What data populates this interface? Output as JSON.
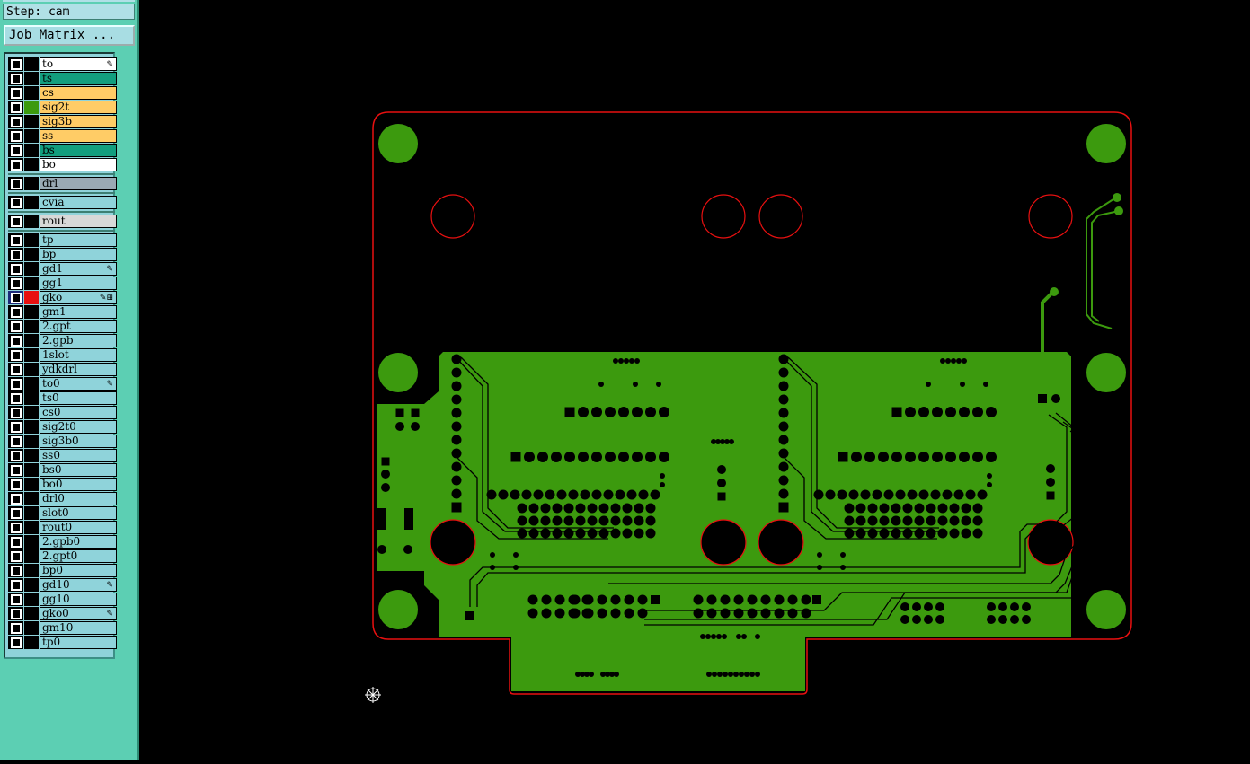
{
  "sidebar": {
    "step_label": "Step: cam",
    "job_matrix_label": "Job Matrix ...",
    "layers": [
      {
        "name": "to",
        "color": "#ffffff",
        "mark": "✎"
      },
      {
        "name": "ts",
        "color": "#129e7e",
        "mark": ""
      },
      {
        "name": "cs",
        "color": "#ffcc66",
        "mark": ""
      },
      {
        "name": "sig2t",
        "color": "#ffcc66",
        "mark": "",
        "swatch": "#3c9a0e"
      },
      {
        "name": "sig3b",
        "color": "#ffcc66",
        "mark": ""
      },
      {
        "name": "ss",
        "color": "#ffcc66",
        "mark": ""
      },
      {
        "name": "bs",
        "color": "#129e7e",
        "mark": ""
      },
      {
        "name": "bo",
        "color": "#ffffff",
        "mark": ""
      },
      {
        "name": "drl",
        "color": "#9aaab4",
        "mark": "",
        "sep": true
      },
      {
        "name": "cvia",
        "color": "#8fd3da",
        "mark": "",
        "sep": true
      },
      {
        "name": "rout",
        "color": "#d8d8d8",
        "mark": "",
        "sep": true
      },
      {
        "name": "tp",
        "color": "#8fd3da",
        "mark": "",
        "sep": true
      },
      {
        "name": "bp",
        "color": "#8fd3da",
        "mark": ""
      },
      {
        "name": "gd1",
        "color": "#8fd3da",
        "mark": "✎"
      },
      {
        "name": "gg1",
        "color": "#8fd3da",
        "mark": ""
      },
      {
        "name": "gko",
        "color": "#8fd3da",
        "mark": "✎⊞",
        "swatch": "#e81010",
        "active": true
      },
      {
        "name": "gm1",
        "color": "#8fd3da",
        "mark": ""
      },
      {
        "name": "2.gpt",
        "color": "#8fd3da",
        "mark": ""
      },
      {
        "name": "2.gpb",
        "color": "#8fd3da",
        "mark": ""
      },
      {
        "name": "1slot",
        "color": "#8fd3da",
        "mark": ""
      },
      {
        "name": "ydkdrl",
        "color": "#8fd3da",
        "mark": ""
      },
      {
        "name": "to0",
        "color": "#8fd3da",
        "mark": "✎"
      },
      {
        "name": "ts0",
        "color": "#8fd3da",
        "mark": ""
      },
      {
        "name": "cs0",
        "color": "#8fd3da",
        "mark": ""
      },
      {
        "name": "sig2t0",
        "color": "#8fd3da",
        "mark": ""
      },
      {
        "name": "sig3b0",
        "color": "#8fd3da",
        "mark": ""
      },
      {
        "name": "ss0",
        "color": "#8fd3da",
        "mark": ""
      },
      {
        "name": "bs0",
        "color": "#8fd3da",
        "mark": ""
      },
      {
        "name": "bo0",
        "color": "#8fd3da",
        "mark": ""
      },
      {
        "name": "drl0",
        "color": "#8fd3da",
        "mark": ""
      },
      {
        "name": "slot0",
        "color": "#8fd3da",
        "mark": ""
      },
      {
        "name": "rout0",
        "color": "#8fd3da",
        "mark": ""
      },
      {
        "name": "2.gpb0",
        "color": "#8fd3da",
        "mark": ""
      },
      {
        "name": "2.gpt0",
        "color": "#8fd3da",
        "mark": ""
      },
      {
        "name": "bp0",
        "color": "#8fd3da",
        "mark": ""
      },
      {
        "name": "gd10",
        "color": "#8fd3da",
        "mark": "✎"
      },
      {
        "name": "gg10",
        "color": "#8fd3da",
        "mark": ""
      },
      {
        "name": "gko0",
        "color": "#8fd3da",
        "mark": "✎"
      },
      {
        "name": "gm10",
        "color": "#8fd3da",
        "mark": ""
      },
      {
        "name": "tp0",
        "color": "#8fd3da",
        "mark": ""
      }
    ]
  },
  "canvas": {
    "copper_color": "#3c9a0e",
    "outline_color": "#e81010",
    "background": "#000000"
  }
}
